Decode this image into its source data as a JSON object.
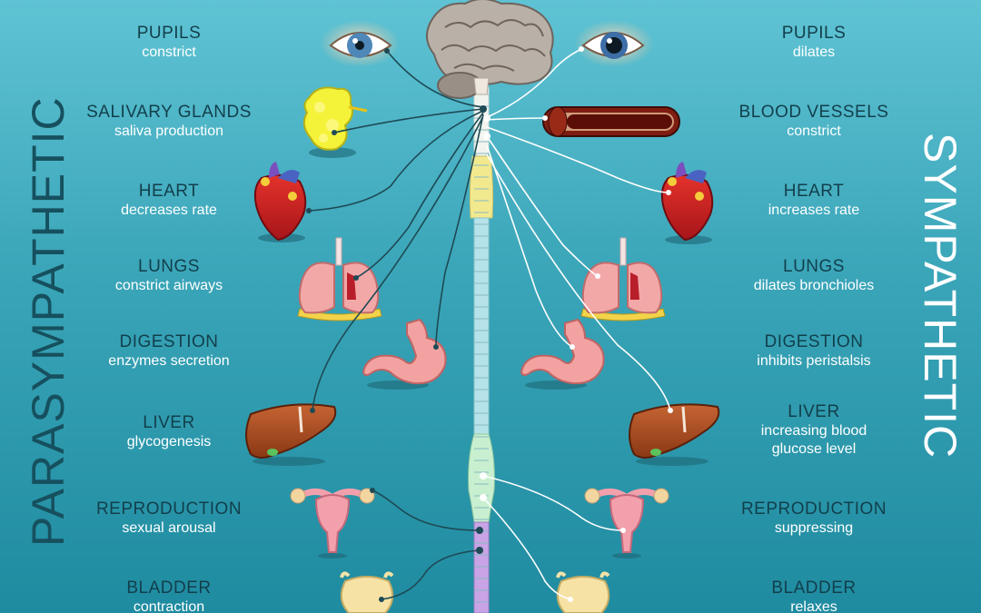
{
  "titles": {
    "left": "PARASYMPATHETIC",
    "right": "SYMPATHETIC"
  },
  "colors": {
    "background_top": "#5fc3d4",
    "background_bottom": "#1f8ba0",
    "parasympathetic_nerve": "#1d4a55",
    "sympathetic_nerve": "#ffffff"
  },
  "parasympathetic": [
    {
      "organ": "PUPILS",
      "effect": "constrict"
    },
    {
      "organ": "SALIVARY GLANDS",
      "effect": "saliva production"
    },
    {
      "organ": "HEART",
      "effect": "decreases rate"
    },
    {
      "organ": "LUNGS",
      "effect": "constrict airways"
    },
    {
      "organ": "DIGESTION",
      "effect": "enzymes secretion"
    },
    {
      "organ": "LIVER",
      "effect": "glycogenesis"
    },
    {
      "organ": "REPRODUCTION",
      "effect": "sexual arousal"
    },
    {
      "organ": "BLADDER",
      "effect": "contraction"
    }
  ],
  "sympathetic": [
    {
      "organ": "PUPILS",
      "effect": "dilates"
    },
    {
      "organ": "BLOOD VESSELS",
      "effect": "constrict"
    },
    {
      "organ": "HEART",
      "effect": "increases rate"
    },
    {
      "organ": "LUNGS",
      "effect": "dilates bronchioles"
    },
    {
      "organ": "DIGESTION",
      "effect": "inhibits peristalsis"
    },
    {
      "organ": "LIVER",
      "effect": "increasing blood glucose level"
    },
    {
      "organ": "REPRODUCTION",
      "effect": "suppressing"
    },
    {
      "organ": "BLADDER",
      "effect": "relaxes"
    }
  ],
  "icons": [
    "brain-icon",
    "eye-icon",
    "salivary-gland-icon",
    "blood-vessel-icon",
    "heart-icon",
    "lungs-icon",
    "stomach-icon",
    "liver-icon",
    "uterus-icon",
    "bladder-icon",
    "spinal-cord-icon"
  ]
}
